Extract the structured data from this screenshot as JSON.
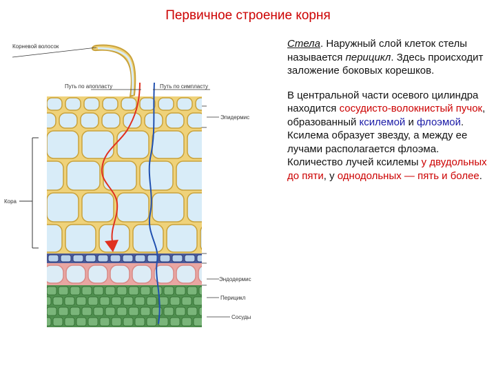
{
  "title": "Первичное строение корня",
  "labels": {
    "root_hair": "Корневой волосок",
    "apoplast": "Путь по апопласту",
    "symplast": "Путь по симпласту",
    "epidermis": "Эпидермис",
    "cortex": "Кора",
    "endodermis": "Эндодермис",
    "pericycle": "Перицикл",
    "vessels": "Сосуды"
  },
  "para1": {
    "s1": "Стела",
    "s2": ". Наружный слой клеток стелы называется ",
    "s3": "перицикл",
    "s4": ". Здесь происходит заложение боковых корешков."
  },
  "para2": {
    "s1": "В центральной части осевого цилиндра находится ",
    "s2": "сосудисто-волокнистый пучок",
    "s3": ", образованный ",
    "s4": "ксилемой",
    "s5": " и ",
    "s6": "флоэмой",
    "s7": ". Ксилема образует звезду, а между ее лучами располагается флоэма. Количество лучей ксилемы ",
    "s8": "у двудольных до пяти",
    "s9": ", у ",
    "s10": "однодольных — пять и более",
    "s11": "."
  },
  "colors": {
    "title": "#cc0000",
    "highlight_red": "#cc0000",
    "highlight_blue": "#1a1aa6",
    "cell_fill": "#d8ecf8",
    "cell_wall": "#e8c04a",
    "endodermis": "#4a5a9a",
    "pericycle": "#f2b8b4",
    "vascular": "#5a9a5a",
    "apoplast_path": "#e03020",
    "symplast_path": "#2050b0"
  }
}
